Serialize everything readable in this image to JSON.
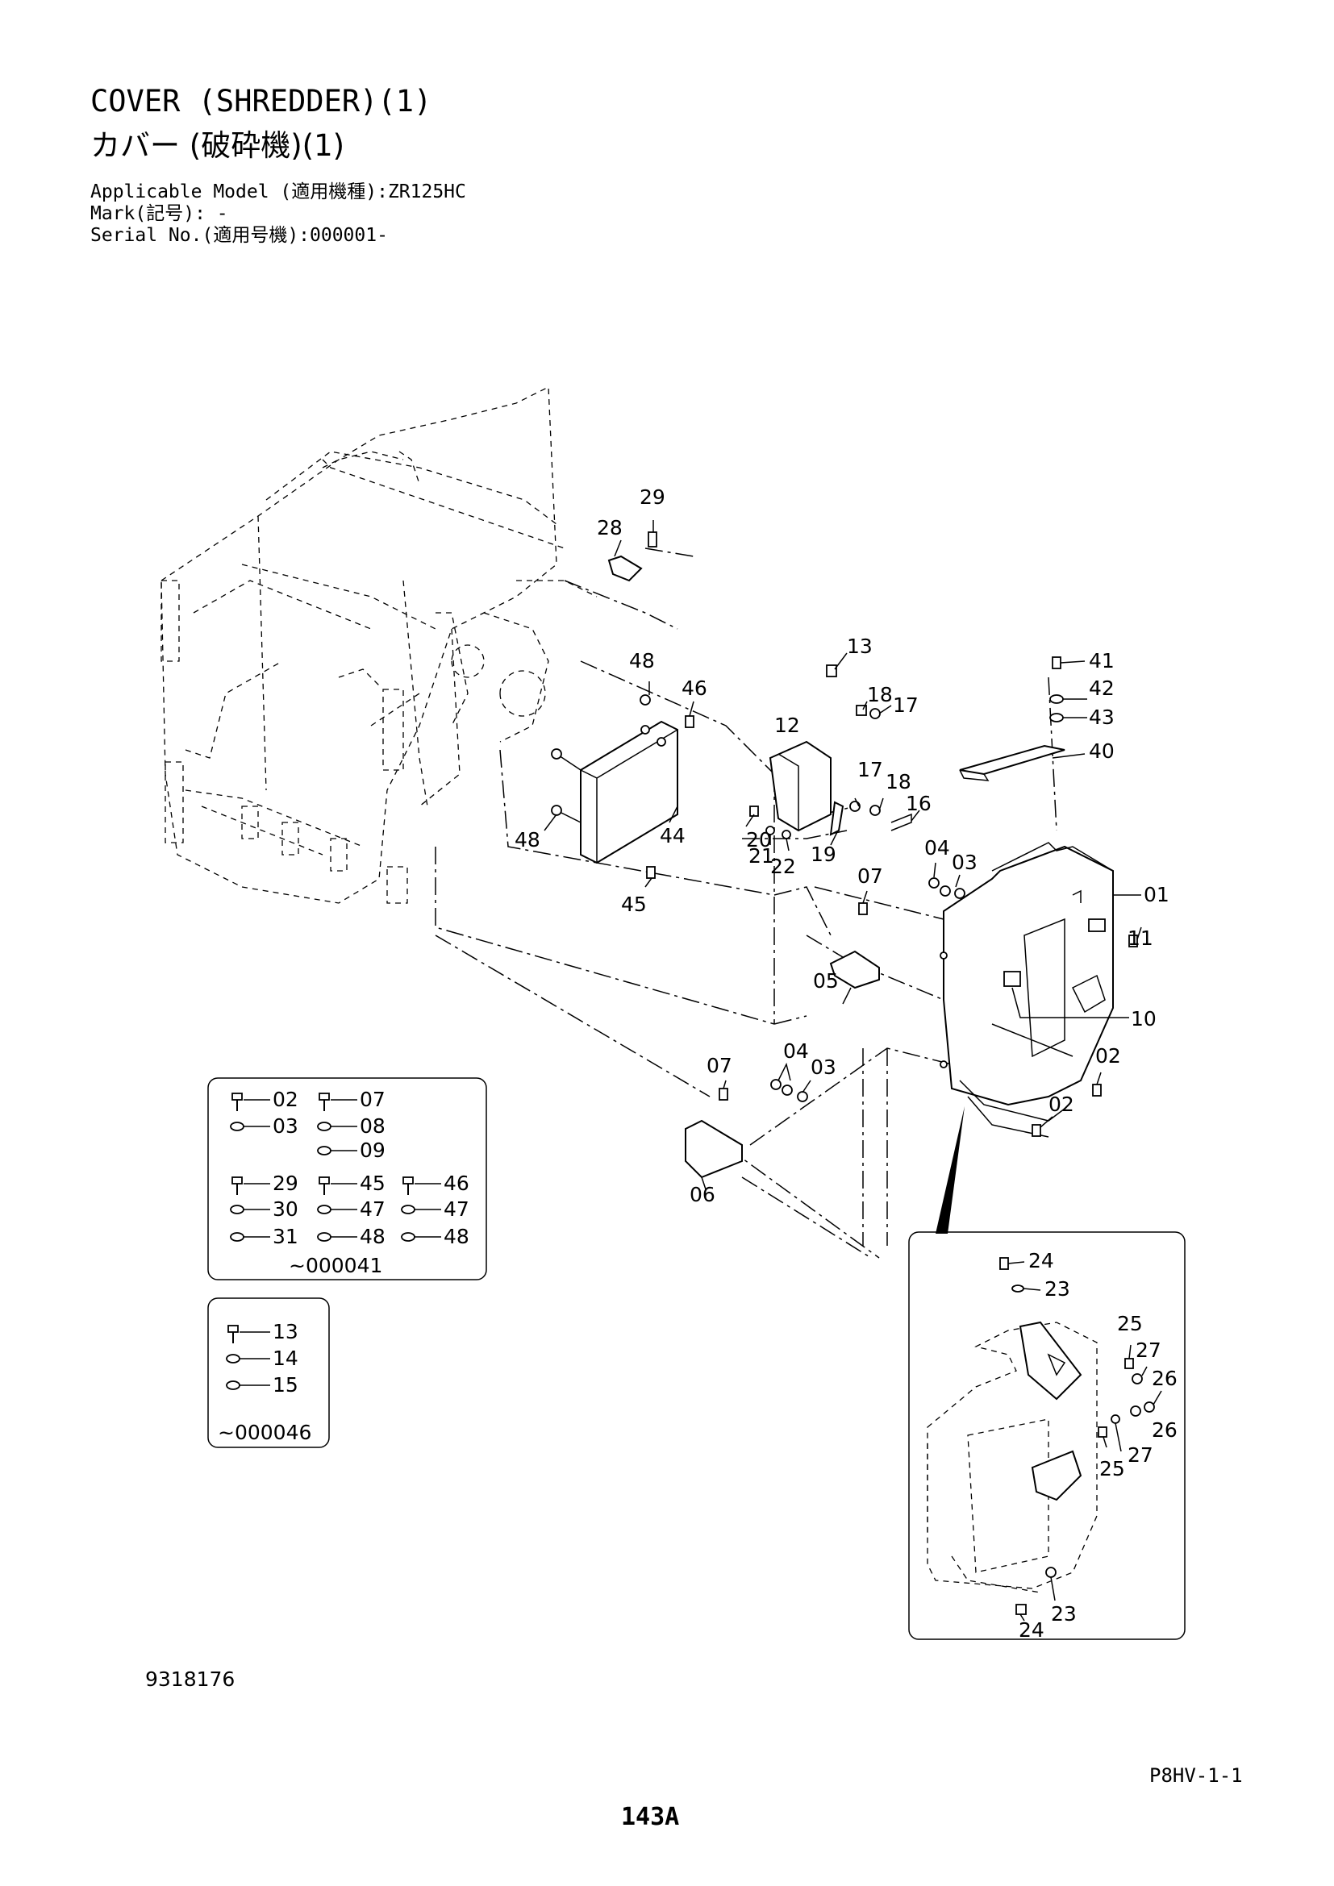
{
  "header": {
    "title_en": "COVER (SHREDDER)(1)",
    "title_jp": "カバー (破砕機)(1)",
    "applicable_model": "Applicable Model (適用機種):ZR125HC",
    "mark": "Mark(記号): -",
    "serial_no": "Serial No.(適用号機):000001-"
  },
  "callouts": [
    "29",
    "28",
    "13",
    "48",
    "46",
    "18",
    "17",
    "12",
    "41",
    "42",
    "43",
    "40",
    "17",
    "18",
    "16",
    "20",
    "21",
    "22",
    "19",
    "44",
    "48",
    "45",
    "04",
    "03",
    "07",
    "01",
    "05",
    "11",
    "10",
    "02",
    "02",
    "07",
    "04",
    "03",
    "06"
  ],
  "legend_box_1": {
    "rows": [
      [
        "02",
        "07"
      ],
      [
        "03",
        "08"
      ],
      [
        "09"
      ],
      [
        "29",
        "45",
        "46"
      ],
      [
        "30",
        "47",
        "47"
      ],
      [
        "31",
        "48",
        "48"
      ]
    ],
    "serial_range": "~000041"
  },
  "legend_box_2": {
    "rows": [
      [
        "13"
      ],
      [
        "14"
      ],
      [
        "15"
      ]
    ],
    "serial_range": "~000046"
  },
  "detail_callouts": [
    "24",
    "23",
    "25",
    "27",
    "26",
    "26",
    "27",
    "25",
    "24",
    "23"
  ],
  "footer": {
    "drawing_number": "9318176",
    "page_code": "P8HV-1-1",
    "page_number": "143A"
  }
}
